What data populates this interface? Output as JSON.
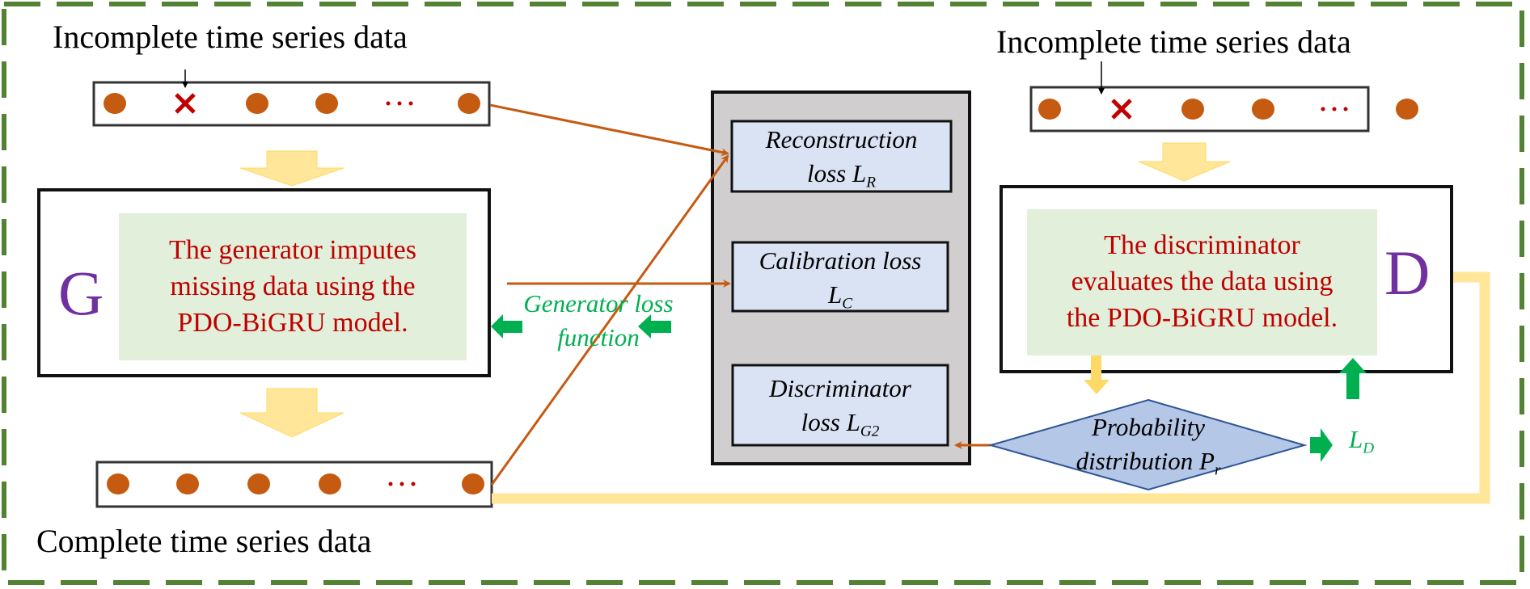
{
  "colors": {
    "border": "#548235",
    "dot": "#c55a11",
    "cross": "#c00000",
    "ellipsis": "#c00000",
    "yellow_arrow": "#ffe699",
    "yellow_stroke": "#ffd966",
    "panel_bg": "#e2efda",
    "panel_text": "#c00000",
    "letter": "#7030a0",
    "gray_box": "#d0cece",
    "loss_box": "#dae3f3",
    "diamond": "#b4c7e7",
    "diamond_stroke": "#2f5597",
    "green": "#00b050",
    "orange_line": "#c55a11"
  },
  "left": {
    "input_title": "Incomplete time series data",
    "input_series": [
      "dot",
      "cross",
      "dot",
      "dot",
      "ellipsis",
      "dot"
    ],
    "generator_letter": "G",
    "generator_text_lines": [
      "The generator imputes",
      "missing data using the",
      "PDO-BiGRU model."
    ],
    "output_series": [
      "dot",
      "dot",
      "dot",
      "dot",
      "ellipsis",
      "dot"
    ],
    "output_title": "Complete time series data"
  },
  "center": {
    "losses": [
      {
        "text": "Reconstruction",
        "line2": "loss ",
        "symbol": "L",
        "sub": "R"
      },
      {
        "text": "Calibration loss",
        "line2": "",
        "symbol": "L",
        "sub": "C"
      },
      {
        "text": "Discriminator",
        "line2": "loss ",
        "symbol": "L",
        "sub": "G2"
      }
    ],
    "generator_loss_label_lines": [
      "Generator loss",
      "function"
    ]
  },
  "right": {
    "input_title": "Incomplete time series data",
    "input_series": [
      "dot",
      "cross",
      "dot",
      "dot",
      "ellipsis",
      "dot"
    ],
    "discriminator_letter": "D",
    "discriminator_text_lines": [
      "The discriminator",
      "evaluates the data using",
      "the PDO-BiGRU model."
    ],
    "diamond_lines": [
      "Probability",
      "distribution "
    ],
    "diamond_symbol": "P",
    "diamond_sub": "r",
    "ld_symbol": "L",
    "ld_sub": "D"
  }
}
